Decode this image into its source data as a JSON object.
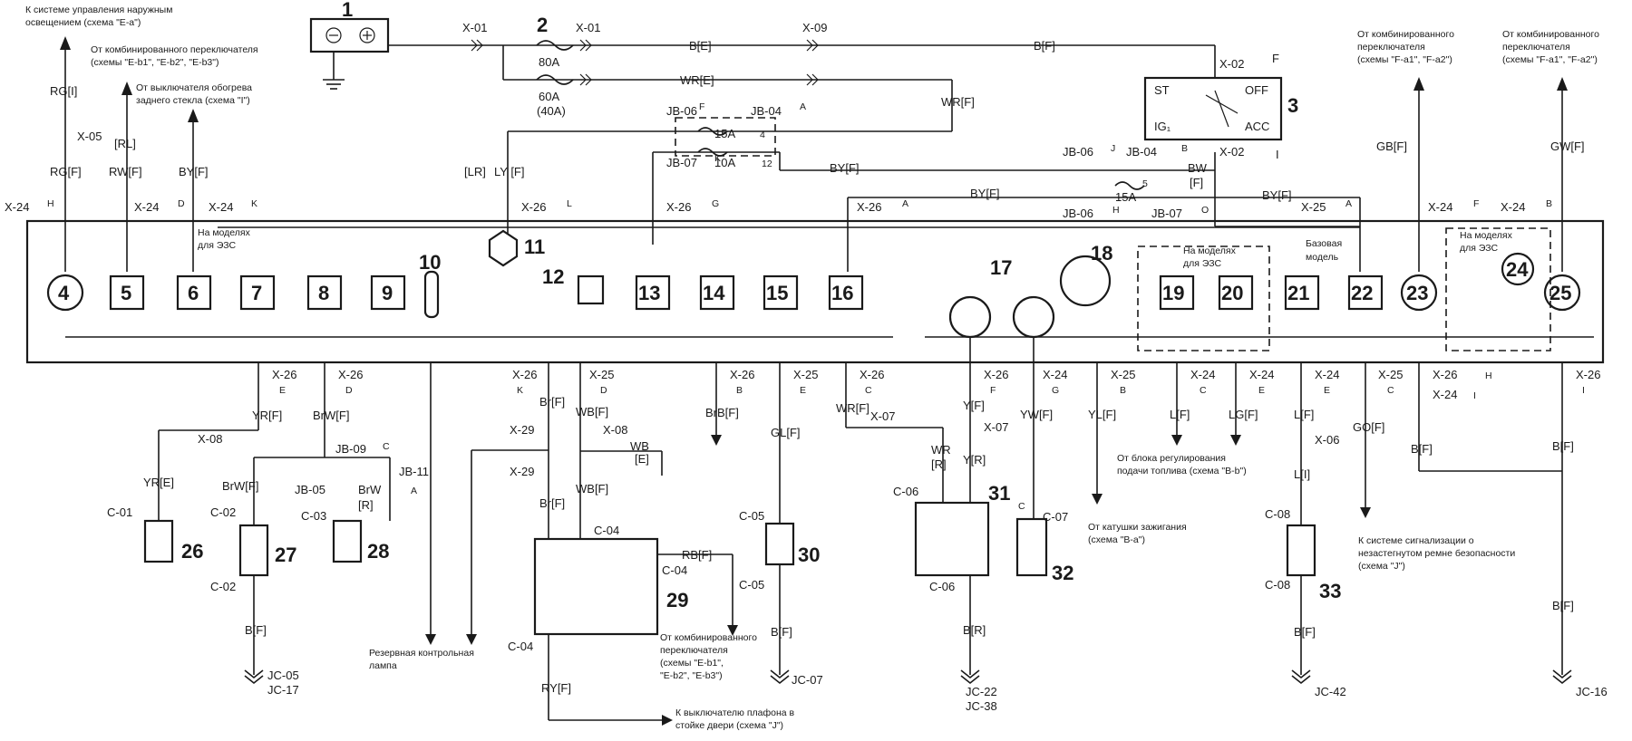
{
  "components": [
    {
      "num": "1"
    },
    {
      "num": "2"
    },
    {
      "num": "3"
    },
    {
      "num": "4"
    },
    {
      "num": "5"
    },
    {
      "num": "6"
    },
    {
      "num": "7"
    },
    {
      "num": "8"
    },
    {
      "num": "9"
    },
    {
      "num": "10"
    },
    {
      "num": "11"
    },
    {
      "num": "12"
    },
    {
      "num": "13"
    },
    {
      "num": "14"
    },
    {
      "num": "15"
    },
    {
      "num": "16"
    },
    {
      "num": "17"
    },
    {
      "num": "18"
    },
    {
      "num": "19"
    },
    {
      "num": "20"
    },
    {
      "num": "21"
    },
    {
      "num": "22"
    },
    {
      "num": "23"
    },
    {
      "num": "24"
    },
    {
      "num": "25"
    },
    {
      "num": "26"
    },
    {
      "num": "27"
    },
    {
      "num": "28"
    },
    {
      "num": "29"
    },
    {
      "num": "30"
    },
    {
      "num": "31"
    },
    {
      "num": "32"
    },
    {
      "num": "33"
    }
  ],
  "connectors": {
    "x01a": "X-01",
    "x01b": "X-01",
    "x09": "X-09",
    "x02a": "X-02",
    "x02b": "X-02",
    "x05": "X-05",
    "x24h": "X-24",
    "x24d": "X-24",
    "x24k": "X-24",
    "x26l": "X-26",
    "x26g": "X-26",
    "x26a": "X-26",
    "x25a": "X-25",
    "x24f": "X-24",
    "x24b": "X-24",
    "jb06f": "JB-06",
    "jb04a": "JB-04",
    "jb07k": "JB-07",
    "jb06j": "JB-06",
    "jb04b": "JB-04",
    "jb06h": "JB-06",
    "jb07o": "JB-07",
    "b_x26e": "X-26",
    "b_x26d": "X-26",
    "b_x08": "X-08",
    "b_jb09": "JB-09",
    "b_jb05": "JB-05",
    "b_jb11": "JB-11",
    "b_c01": "C-01",
    "b_c02a": "C-02",
    "b_c02b": "C-02",
    "b_c03": "C-03",
    "b_jc05": "JC-05",
    "b_jc17": "JC-17",
    "b_x26k": "X-26",
    "b_x25d": "X-25",
    "b_x29a": "X-29",
    "b_x29b": "X-29",
    "b_x08b": "X-08",
    "b_c04a": "C-04",
    "b_c04b": "C-04",
    "b_c04c": "C-04",
    "b_x26b": "X-26",
    "b_x25e": "X-25",
    "b_c05a": "C-05",
    "b_c05b": "C-05",
    "b_jc07": "JC-07",
    "b_x26c": "X-26",
    "b_x07a": "X-07",
    "b_x26f": "X-26",
    "b_x07b": "X-07",
    "b_c06a": "C-06",
    "b_c06b": "C-06",
    "b_jc22": "JC-22",
    "b_jc38": "JC-38",
    "b_x24g": "X-24",
    "b_c07": "C-07",
    "b_x25b": "X-25",
    "b_x24c": "X-24",
    "b_x24e": "X-24",
    "b_x24e2": "X-24",
    "b_x06": "X-06",
    "b_c08a": "C-08",
    "b_c08b": "C-08",
    "b_jc42": "JC-42",
    "b_x25c": "X-25",
    "b_x26h": "X-26",
    "b_x24i": "X-24",
    "b_x26i": "X-26",
    "b_jc16": "JC-16"
  },
  "wires": {
    "be": "B[E]",
    "bf_top": "B[F]",
    "wre": "WR[E]",
    "wrf_top": "WR[F]",
    "rgi": "RG[I]",
    "rgf": "RG[F]",
    "rl": "[RL]",
    "rwf": "RW[F]",
    "byf6": "BY[F]",
    "lr": "[LR]",
    "lyf": "LY [F]",
    "by_a": "BY[F]",
    "by_b": "BY[F]",
    "by_c": "BY[F]",
    "bw": "BW",
    "bw_f": "[F]",
    "gbf": "GB[F]",
    "gwf": "GW[F]",
    "yrf": "YR[F]",
    "brwf": "BrW[F]",
    "yre": "YR[E]",
    "brwf2": "BrW[F]",
    "brw": "BrW",
    "brw_r": "[R]",
    "bf26": "B[F]",
    "brf": "Br[F]",
    "wbf": "WB[F]",
    "wbe": "WB",
    "wbe2": "[E]",
    "wbf2": "WB[F]",
    "brf2": "Br[F]",
    "rbf": "RB[F]",
    "ryf": "RY[F]",
    "brbf": "BrB[F]",
    "glf": "GL[F]",
    "bf30": "B[F]",
    "wrf": "WR[F]",
    "wr": "WR",
    "wr_r": "[R]",
    "yf": "Y[F]",
    "yr": "Y[R]",
    "br31": "B[R]",
    "ywf": "YW[F]",
    "ylf": "YL[F]",
    "lf19": "L[F]",
    "lgf": "LG[F]",
    "lf21": "L[F]",
    "li": "L[I]",
    "bf33": "B[F]",
    "gof": "GO[F]",
    "bf23": "B[F]",
    "bf25": "B[F]",
    "bf25b": "B[F]"
  },
  "fuses": {
    "f80": "80A",
    "f60": "60A",
    "f40": "(40A)",
    "f15a": "15A",
    "f10a": "10A",
    "f15b": "15A"
  },
  "circles": {
    "c_f": "F",
    "c_a": "A",
    "c_k": "K",
    "c_j": "J",
    "c_b": "B",
    "c_h": "H",
    "c_o": "O",
    "c_l": "L",
    "c_g": "G",
    "c_a2": "A",
    "c_d": "D",
    "c_kk": "K",
    "c_h2": "H",
    "c_a3": "A",
    "c_f2": "F",
    "c_b2": "B",
    "c_e": "E",
    "c_d2": "D",
    "c_c": "C",
    "c_a4": "A",
    "c_kb": "K",
    "c_d3": "D",
    "c_b3": "B",
    "c_e2": "E",
    "c_c2": "C",
    "c_f3": "F",
    "c_g2": "G",
    "c_b4": "B",
    "c_c3": "C",
    "c_e3": "E",
    "c_e4": "E",
    "c_c4": "C",
    "c_h3": "H",
    "c_i": "I",
    "c_i2": "I",
    "c_c5": "C",
    "c_4": "4",
    "c_12": "12",
    "c_5": "5"
  },
  "switch": {
    "st": "ST",
    "off": "OFF",
    "ig": "IG₁",
    "acc": "ACC",
    "f": "F",
    "i": "I"
  },
  "notes": {
    "n1a": "К системе управления наружным",
    "n1b": "освещением (схема \"E-a\")",
    "n2a": "От комбинированного переключателя",
    "n2b": "(схемы \"E-b1\", \"E-b2\", \"E-b3\")",
    "n3a": "От выключателя обогрева",
    "n3b": "заднего стекла (схема \"I\")",
    "n4a": "На моделях",
    "n4b": "для ЭЗС",
    "n5a": "На моделях",
    "n5b": "для ЭЗС",
    "n6a": "Базовая",
    "n6b": "модель",
    "n7a": "На моделях",
    "n7b": "для ЭЗС",
    "n8a": "От комбинированного",
    "n8b": "переключателя",
    "n8c": "(схемы \"F-a1\", \"F-a2\")",
    "n9a": "От комбинированного",
    "n9b": "переключателя",
    "n9c": "(схемы \"F-a1\", \"F-a2\")",
    "n10a": "Резервная контрольная",
    "n10b": "лампа",
    "n11a": "От комбинированного",
    "n11b": "переключателя",
    "n11c": "(схемы \"E-b1\",",
    "n11d": "\"E-b2\", \"E-b3\")",
    "n12a": "К выключателю плафона в",
    "n12b": "стойке двери (схема \"J\")",
    "n13a": "От катушки зажигания",
    "n13b": "(схема \"B-a\")",
    "n14a": "От блока регулирования",
    "n14b": "подачи топлива (схема \"B-b\")",
    "n15a": "К системе сигнализации о",
    "n15b": "незастегнутом ремне безопасности",
    "n15c": "(схема \"J\")"
  }
}
